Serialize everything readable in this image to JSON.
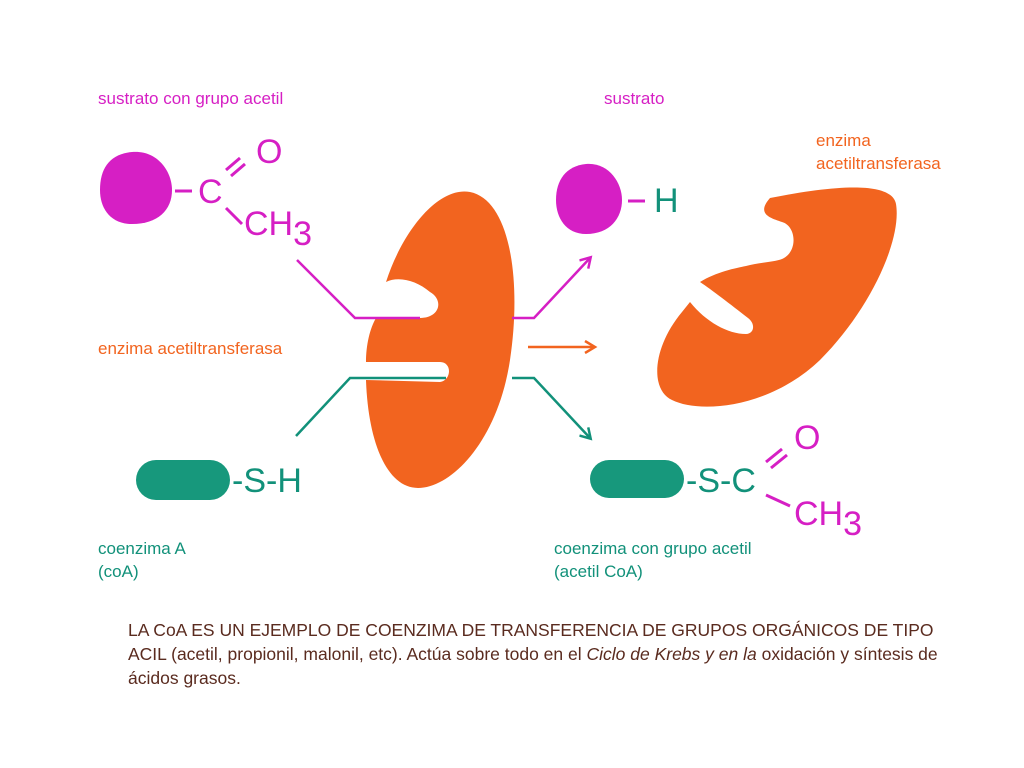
{
  "labels": {
    "substrate_acetyl": "sustrato con grupo acetil",
    "substrate": "sustrato",
    "enzyme_right_line1": "enzima",
    "enzyme_right_line2": "acetiltransferasa",
    "enzyme_left": "enzima acetiltransferasa",
    "coenzyme_a_line1": "coenzima A",
    "coenzyme_a_line2": "(coA)",
    "coenzyme_acetyl_line1": "coenzima con grupo acetil",
    "coenzyme_acetyl_line2": "(acetil CoA)"
  },
  "formulas": {
    "carbonyl_o": "O",
    "carbon": "C",
    "methyl": "CH",
    "subscript": "3",
    "hydrogen": "H",
    "dash": "–",
    "sulfhydryl": "-S-H",
    "thioester": "-S-C"
  },
  "caption": {
    "part1": "LA CoA ES UN EJEMPLO DE COENZIMA DE TRANSFERENCIA DE GRUPOS ORGÁNICOS DE TIPO ACIL (acetil, propionil, malonil, etc). Actúa sobre todo en el ",
    "italic": "Ciclo de Krebs y en la",
    "part2": " oxidación y síntesis de ácidos grasos."
  },
  "colors": {
    "substrate": "#d61fc4",
    "enzyme": "#f2641f",
    "coenzyme": "#12917a",
    "caption": "#5a2b1f"
  }
}
